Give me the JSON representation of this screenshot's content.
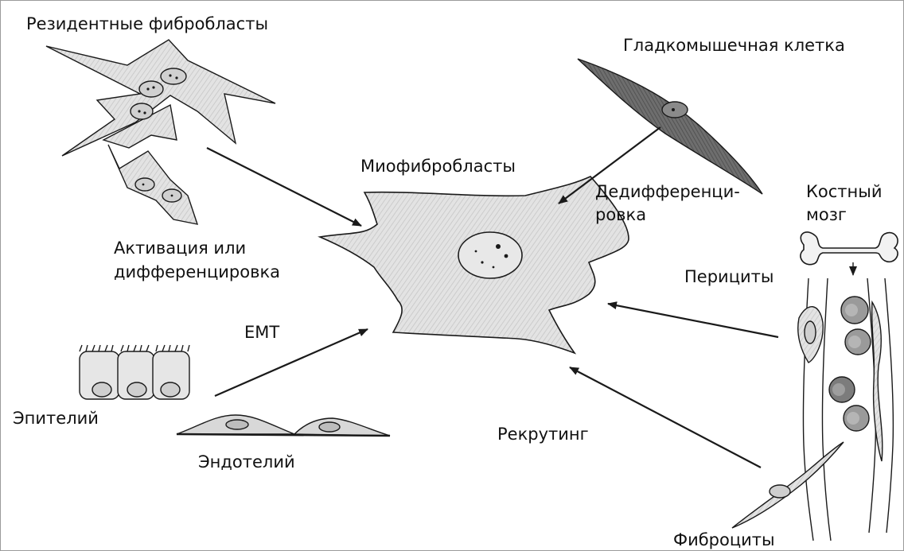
{
  "labels": {
    "resident_fibroblasts": "Резидентные фибробласты",
    "smooth_muscle_cell": "Гладкомышечная клетка",
    "myofibroblasts": "Миофибробласты",
    "dedifferentiation_line1": "Дедифференци-",
    "dedifferentiation_line2": "ровка",
    "bone_marrow_line1": "Костный",
    "bone_marrow_line2": "мозг",
    "activation_line1": "Активация или",
    "activation_line2": "дифференцировка",
    "pericytes": "Перициты",
    "emt": "EMT",
    "epithelium": "Эпителий",
    "endothelium": "Эндотелий",
    "recruiting": "Рекрутинг",
    "fibrocytes": "Фиброциты"
  },
  "colors": {
    "ink": "#1a1a1a",
    "cell_fill": "#d9d9d9",
    "smooth_muscle_fill": "#6e6e6e",
    "rbc_fill": "#8c8c8c"
  }
}
